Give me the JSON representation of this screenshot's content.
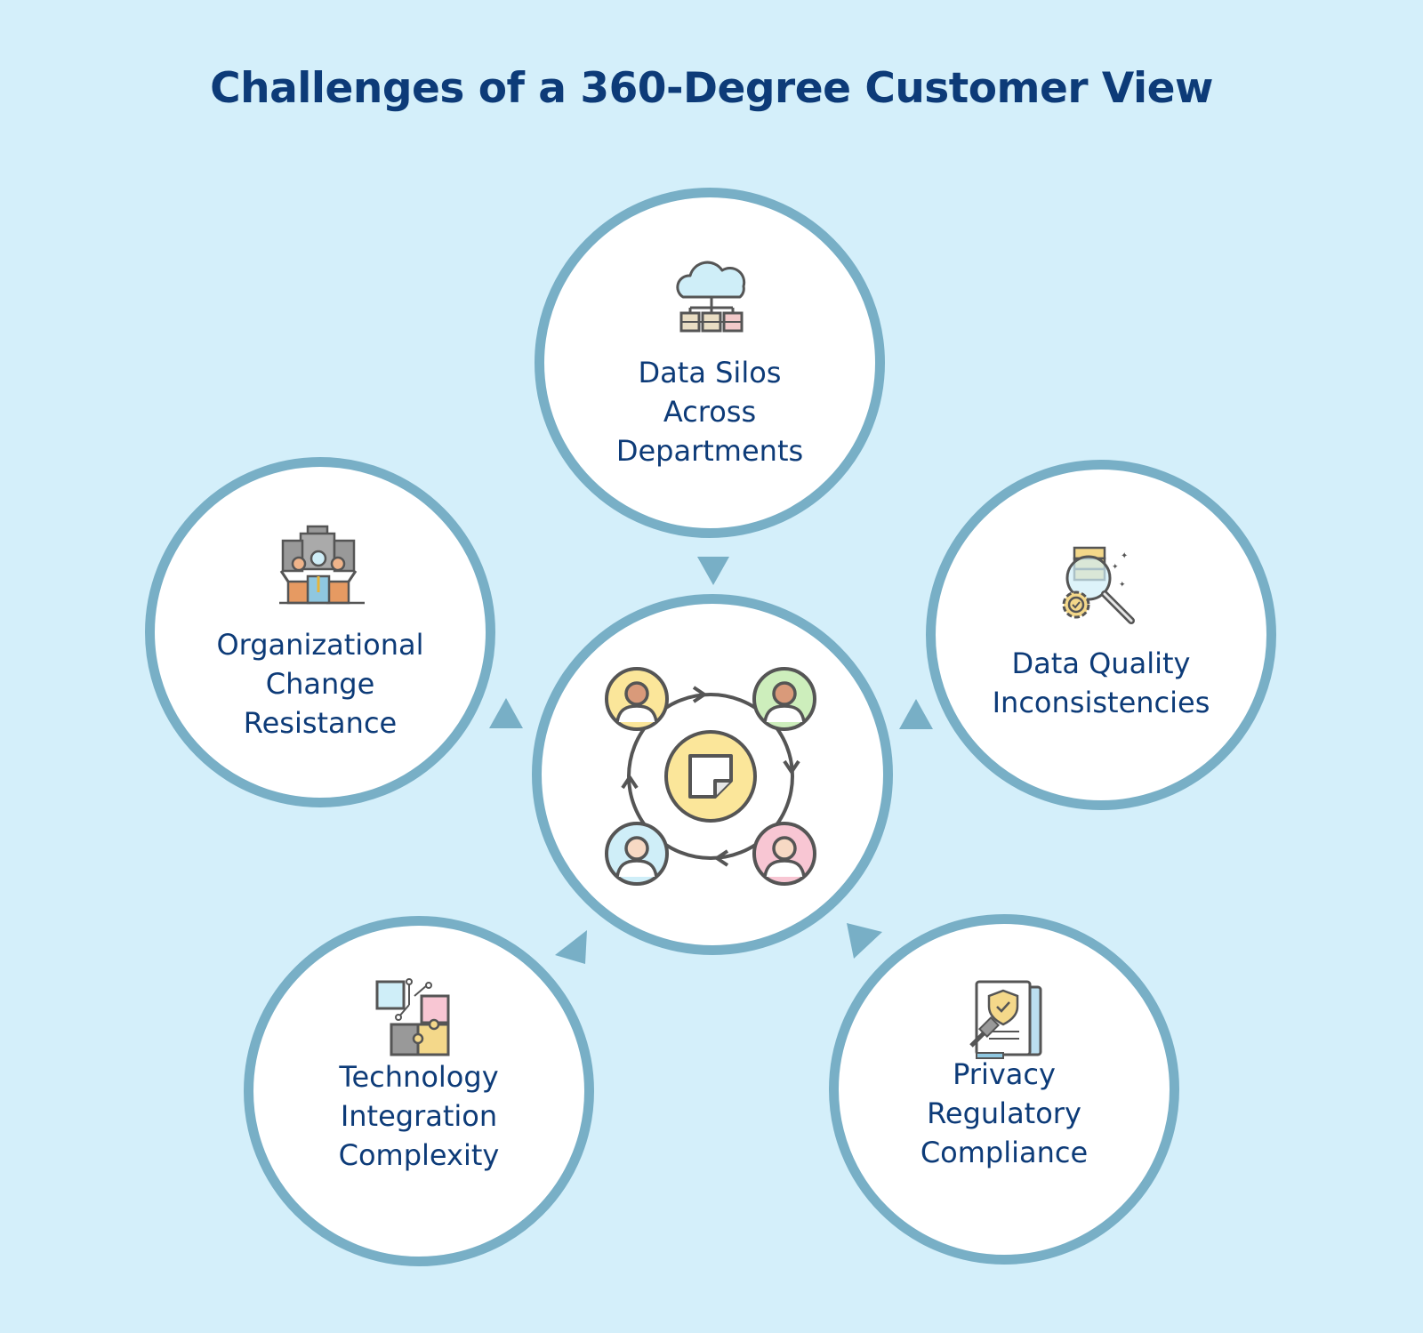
{
  "title": "Challenges of a 360-Degree Customer View",
  "center": {
    "icon": "customer-collaboration-cycle-icon"
  },
  "challenges": [
    {
      "lines": [
        "Data Silos",
        "Across",
        "Departments"
      ],
      "icon": "cloud-network-icon"
    },
    {
      "lines": [
        "Data Quality",
        "Inconsistencies"
      ],
      "icon": "data-quality-search-icon"
    },
    {
      "lines": [
        "Privacy",
        "Regulatory",
        "Compliance"
      ],
      "icon": "legal-compliance-document-icon"
    },
    {
      "lines": [
        "Technology",
        "Integration",
        "Complexity"
      ],
      "icon": "puzzle-integration-icon"
    },
    {
      "lines": [
        "Organizational",
        "Change",
        "Resistance"
      ],
      "icon": "organization-team-icon"
    }
  ],
  "colors": {
    "background": "#d4effa",
    "ring": "#78afc6",
    "text": "#0d3b78",
    "icon_yellow": "#fbe69a",
    "icon_green": "#cdeebc",
    "icon_pink": "#f8c6d3",
    "icon_blue": "#cfeef8",
    "icon_outline": "#555555"
  }
}
